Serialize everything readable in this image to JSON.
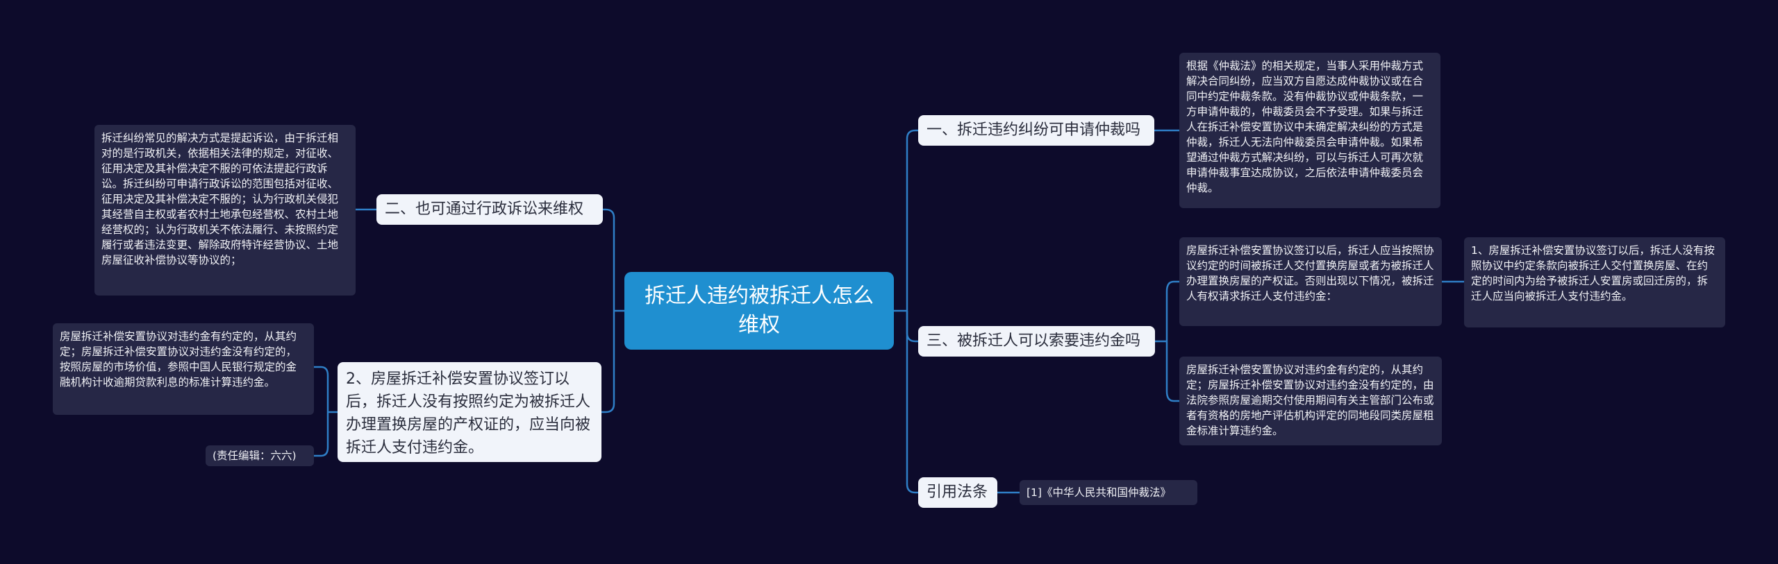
{
  "root": {
    "title": "拆迁人违约被拆迁人怎么维权"
  },
  "branches": {
    "b1": {
      "label": "一、拆迁违约纠纷可申请仲裁吗",
      "detail": "根据《仲裁法》的相关规定，当事人采用仲裁方式解决合同纠纷，应当双方自愿达成仲裁协议或在合同中约定仲裁条款。没有仲裁协议或仲裁条款，一方申请仲裁的，仲裁委员会不予受理。如果与拆迁人在拆迁补偿安置协议中未确定解决纠纷的方式是仲裁，拆迁人无法向仲裁委员会申请仲裁。如果希望通过仲裁方式解决纠纷，可以与拆迁人可再次就申请仲裁事宜达成协议，之后依法申请仲裁委员会仲裁。"
    },
    "b2": {
      "label": "二、也可通过行政诉讼来维权",
      "detail": "拆迁纠纷常见的解决方式是提起诉讼，由于拆迁相对的是行政机关，依据相关法律的规定，对征收、征用决定及其补偿决定不服的可依法提起行政诉讼。拆迁纠纷可申请行政诉讼的范围包括对征收、征用决定及其补偿决定不服的；认为行政机关侵犯其经营自主权或者农村土地承包经营权、农村土地经营权的；认为行政机关不依法履行、未按照约定履行或者违法变更、解除政府特许经营协议、土地房屋征收补偿协议等协议的；"
    },
    "b3": {
      "label": "三、被拆迁人可以索要违约金吗",
      "detail1": "房屋拆迁补偿安置协议签订以后，拆迁人应当按照协议约定的时间被拆迁人交付置换房屋或者为被拆迁人办理置换房屋的产权证。否则出现以下情况，被拆迁人有权请求拆迁人支付违约金：",
      "detail1_sub": "1、房屋拆迁补偿安置协议签订以后，拆迁人没有按照协议中约定条款向被拆迁人交付置换房屋、在约定的时间内为给予被拆迁人安置房或回迁房的，拆迁人应当向被拆迁人支付违约金。",
      "detail2": "房屋拆迁补偿安置协议对违约金有约定的，从其约定；房屋拆迁补偿安置协议对违约金没有约定的，由法院参照房屋逾期交付使用期间有关主管部门公布或者有资格的房地产评估机构评定的同地段同类房屋租金标准计算违约金。"
    },
    "b4": {
      "label": "2、房屋拆迁补偿安置协议签订以后，拆迁人没有按照约定为被拆迁人办理置换房屋的产权证的，应当向被拆迁人支付违约金。",
      "detail": "房屋拆迁补偿安置协议对违约金有约定的，从其约定；房屋拆迁补偿安置协议对违约金没有约定的，按照房屋的市场价值，参照中国人民银行规定的金融机构计收逾期贷款利息的标准计算违约金。",
      "editor": "(责任编辑：六六)"
    },
    "b5": {
      "label": "引用法条",
      "detail": "[1]《中华人民共和国仲裁法》"
    }
  },
  "colors": {
    "background": "#0d0b2b",
    "root": "#1f8fd0",
    "topic": "#f1f4fa",
    "leaf": "#262746",
    "line": "#2f7fc7"
  }
}
